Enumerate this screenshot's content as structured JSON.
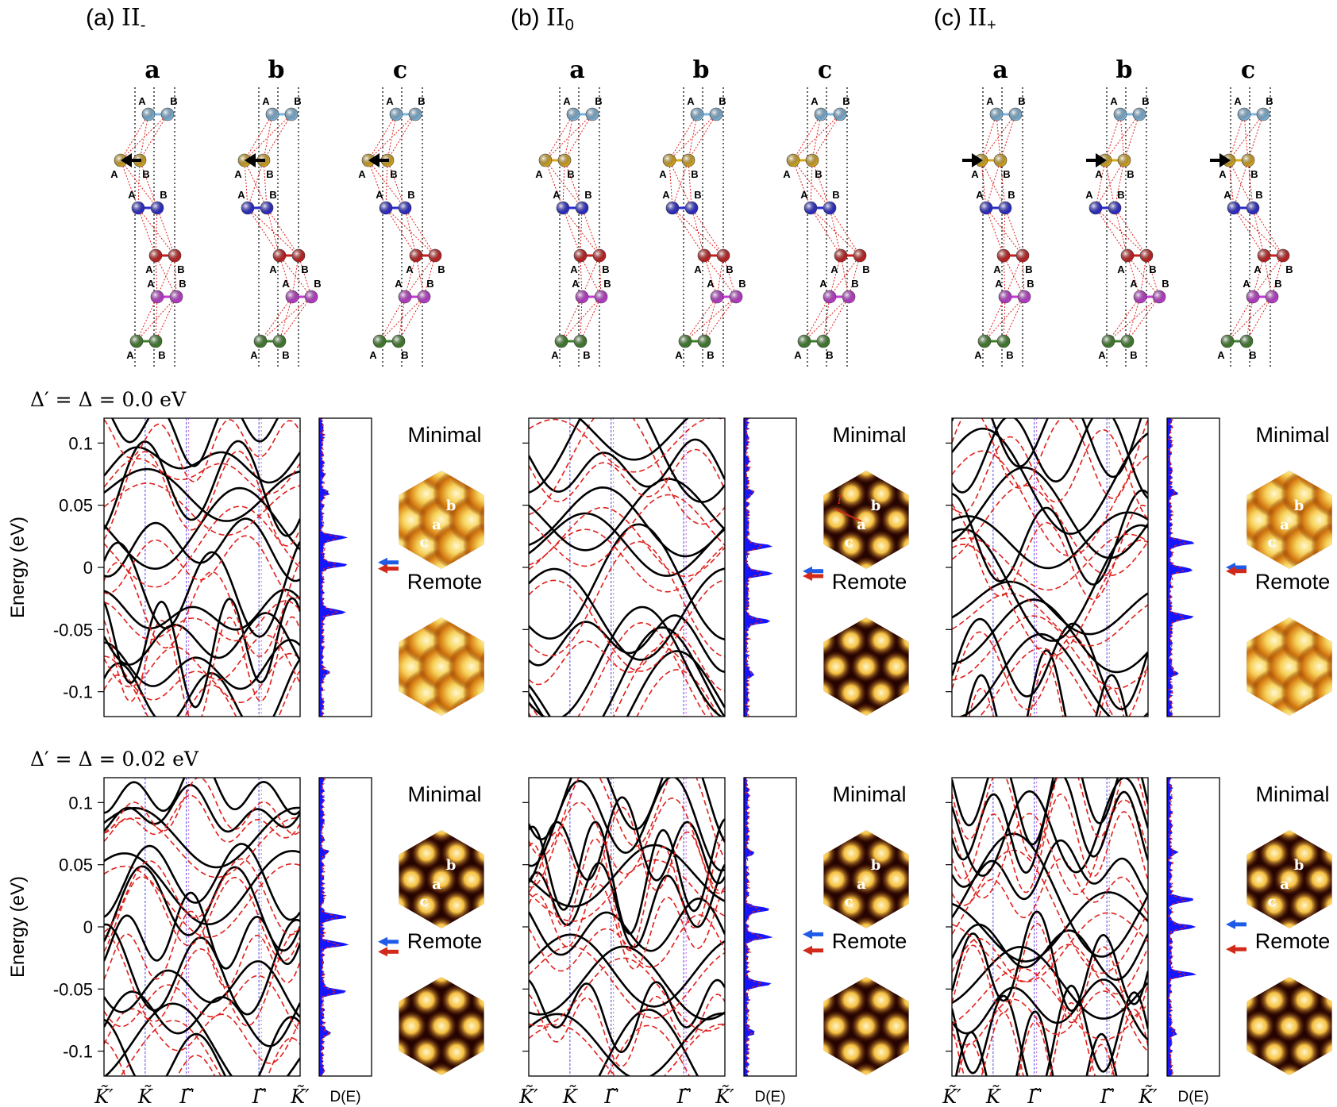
{
  "panels": [
    {
      "label": "(a)",
      "phase": "II",
      "sub": "-",
      "layer_shift": [
        -1,
        -1,
        -1
      ]
    },
    {
      "label": "(b)",
      "phase": "II",
      "sub": "0",
      "layer_shift": [
        0,
        0,
        0
      ]
    },
    {
      "label": "(c)",
      "phase": "II",
      "sub": "+",
      "layer_shift": [
        1,
        1,
        1
      ]
    }
  ],
  "stacking_columns": [
    "a",
    "b",
    "c"
  ],
  "site_labels": {
    "A": "A",
    "B": "B"
  },
  "layer_colors": [
    "#7fb6dd",
    "#d9a81e",
    "#2a2ad4",
    "#c81e1e",
    "#c43ad6",
    "#3f7f2a"
  ],
  "row_titles": [
    "Δ′ = Δ = 0.0 eV",
    "Δ′ = Δ = 0.02 eV"
  ],
  "axes": {
    "ylabel": "Energy (eV)",
    "dos_label": "D(E)",
    "ylim": [
      -0.12,
      0.12
    ],
    "yticks": [
      "0.1",
      "0.05",
      "0",
      "-0.05",
      "-0.1"
    ],
    "ytick_values": [
      0.1,
      0.05,
      0,
      -0.05,
      -0.1
    ],
    "kpath_labels": [
      "K̃′",
      "K̃",
      "Γ̃",
      "Γ̃",
      "K̃′"
    ]
  },
  "map_labels": {
    "minimal": "Minimal",
    "remote": "Remote",
    "sites": [
      "a",
      "b",
      "c"
    ],
    "lm": "l"
  },
  "colors": {
    "band_main": "#000000",
    "band_dashed": "#e0201b",
    "dos_fill": "#1515ff",
    "vline": "#4a4ae8",
    "fermi_blue": "#1e5be8",
    "fermi_red": "#d22a1a"
  },
  "chart_data": [
    {
      "type": "line",
      "panel": "(a) II-",
      "row": "Δ′ = Δ = 0.0 eV",
      "fermi": [
        0.004,
        -0.001
      ],
      "series": [
        {
          "values": [
            0.02,
            0.06,
            0.02,
            0.06,
            0.02,
            0.06,
            0.02
          ]
        },
        {
          "values": [
            -0.035,
            0.0,
            -0.035,
            0.0,
            -0.035,
            0.0,
            -0.035
          ]
        }
      ]
    },
    {
      "type": "line",
      "panel": "(a) II-",
      "row": "Δ′ = Δ = 0.02 eV",
      "fermi": [
        -0.012,
        -0.02
      ],
      "series": [
        {
          "values": [
            0.05,
            0.03,
            0.05,
            0.03,
            0.05,
            0.03,
            0.05
          ]
        },
        {
          "values": [
            -0.02,
            -0.04,
            -0.02,
            -0.04,
            -0.02,
            -0.04,
            -0.02
          ]
        }
      ]
    },
    {
      "type": "line",
      "panel": "(b) II0",
      "row": "Δ′ = Δ = 0.0 eV",
      "fermi": [
        -0.003,
        -0.007
      ],
      "series": [
        {
          "values": [
            0.01,
            0.05,
            0.01,
            0.05,
            0.01,
            0.05,
            0.01
          ]
        },
        {
          "values": [
            -0.02,
            -0.06,
            -0.02,
            -0.06,
            -0.02,
            -0.06,
            -0.02
          ]
        }
      ]
    },
    {
      "type": "line",
      "panel": "(b) II0",
      "row": "Δ′ = Δ = 0.02 eV",
      "fermi": [
        -0.006,
        -0.019
      ],
      "series": [
        {
          "values": [
            0.03,
            0.01,
            0.03,
            0.01,
            0.03,
            0.01,
            0.03
          ]
        },
        {
          "values": [
            -0.02,
            -0.05,
            -0.02,
            -0.05,
            -0.02,
            -0.05,
            -0.02
          ]
        }
      ]
    },
    {
      "type": "line",
      "panel": "(c) II+",
      "row": "Δ′ = Δ = 0.0 eV",
      "fermi": [
        0.0,
        -0.003
      ],
      "series": [
        {
          "values": [
            0.02,
            0.05,
            0.02,
            0.05,
            0.02,
            0.05,
            0.02
          ]
        },
        {
          "values": [
            -0.02,
            -0.06,
            -0.02,
            -0.06,
            -0.02,
            -0.06,
            -0.02
          ]
        }
      ]
    },
    {
      "type": "line",
      "panel": "(c) II+",
      "row": "Δ′ = Δ = 0.02 eV",
      "fermi": [
        0.002,
        -0.018
      ],
      "series": [
        {
          "values": [
            0.03,
            0.01,
            0.03,
            0.01,
            0.03,
            0.01,
            0.03
          ]
        },
        {
          "values": [
            -0.015,
            -0.04,
            -0.015,
            -0.04,
            -0.015,
            -0.04,
            -0.015
          ]
        }
      ]
    }
  ]
}
